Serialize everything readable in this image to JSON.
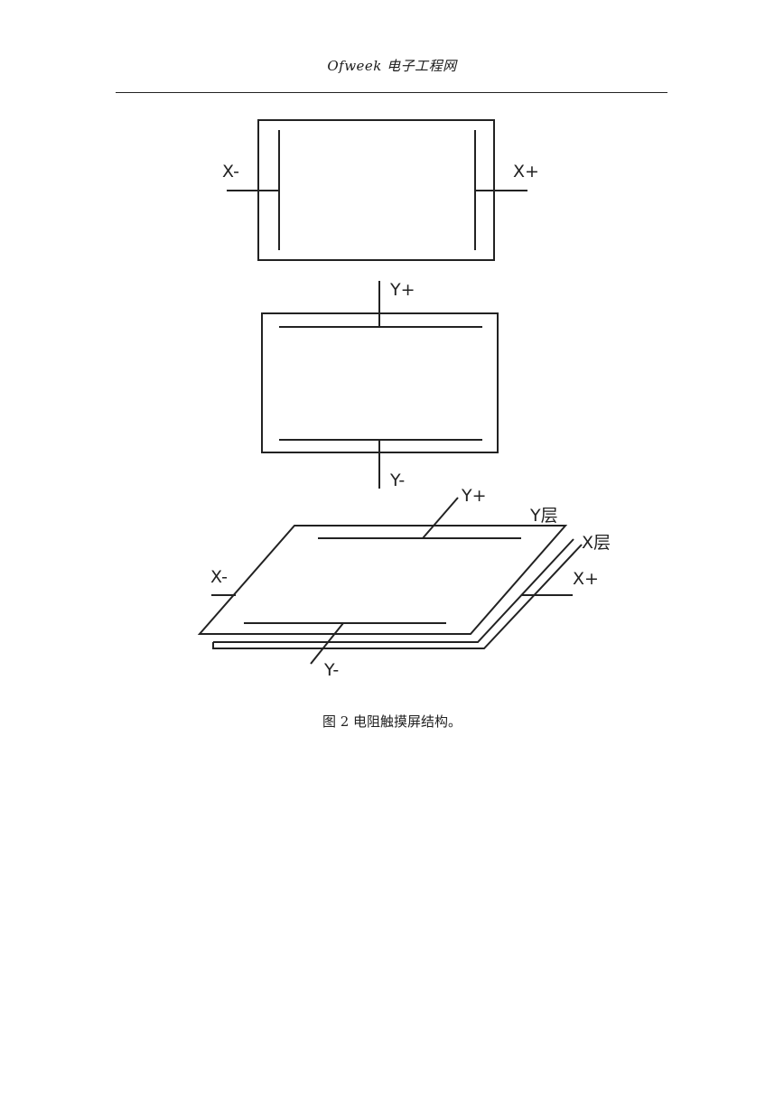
{
  "header": {
    "title": "Ofweek 电子工程网"
  },
  "diagram": {
    "x_layer": {
      "left_label": "X-",
      "right_label": "X+"
    },
    "y_layer": {
      "top_label": "Y+",
      "bottom_label": "Y-"
    },
    "stack": {
      "y_plus_label": "Y+",
      "y_layer_label": "Y层",
      "x_layer_label": "X层",
      "x_minus_label": "X-",
      "x_plus_label": "X+",
      "y_minus_label": "Y-"
    }
  },
  "caption": {
    "text": "图 2  电阻触摸屏结构。"
  }
}
